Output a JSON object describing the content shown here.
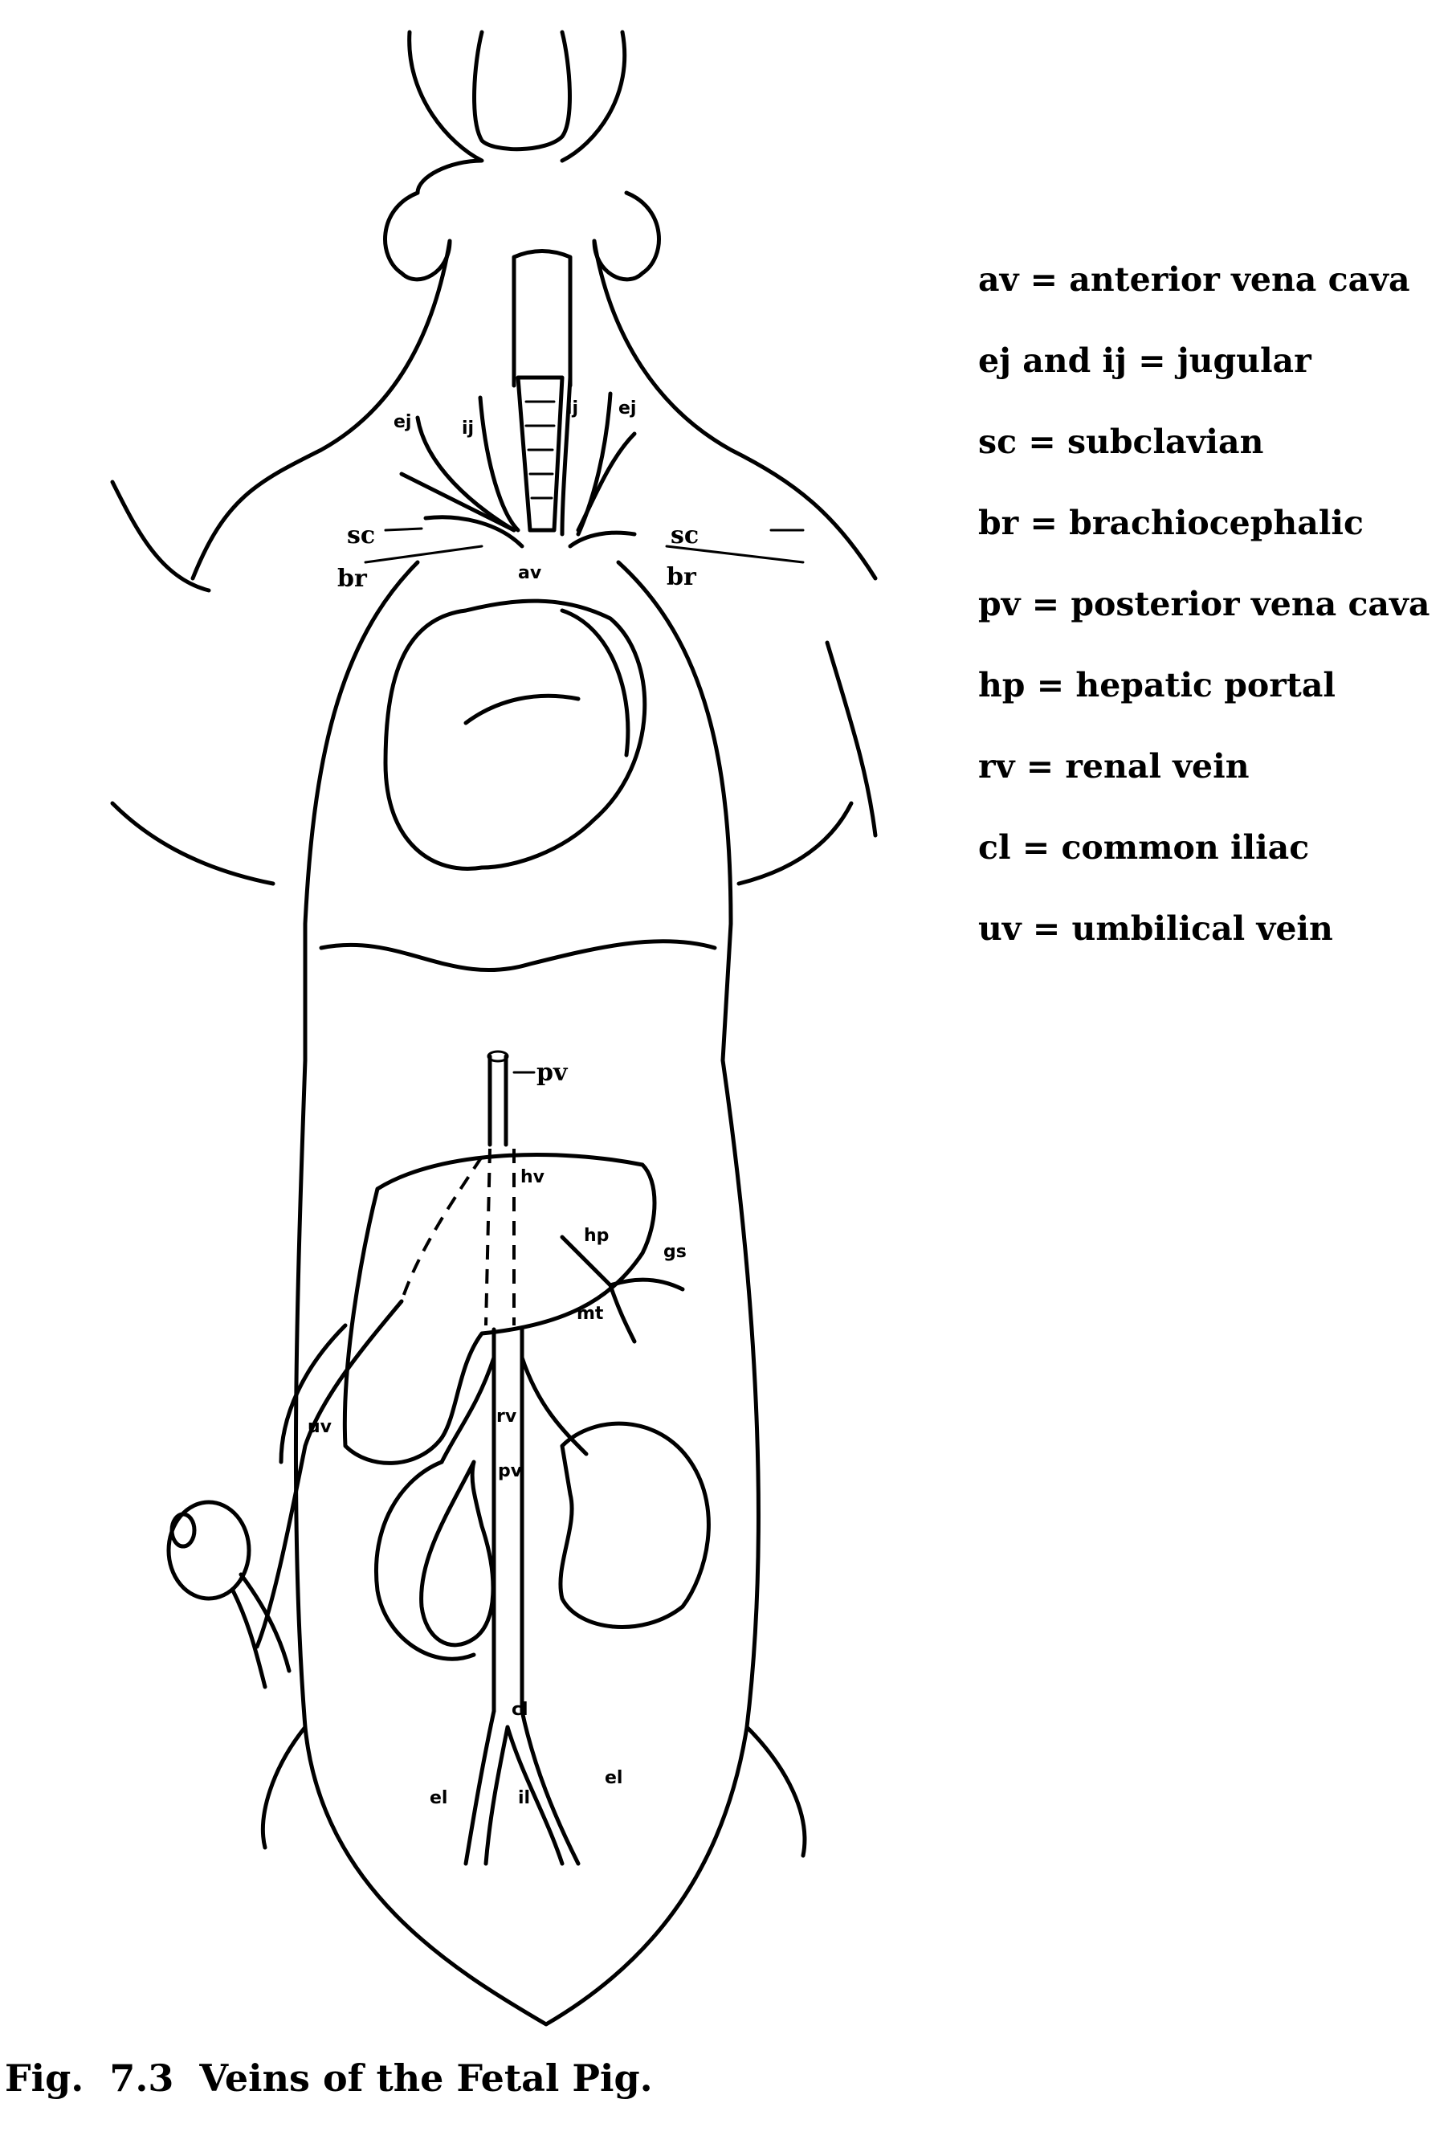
{
  "figure": {
    "caption": "Fig.  7.3  Veins of the Fetal Pig.",
    "colors": {
      "ink": "#000000",
      "background": "#ffffff"
    }
  },
  "legend": {
    "items": [
      {
        "abbr": "av",
        "text": "av = anterior vena cava"
      },
      {
        "abbr": "ej/ij",
        "text": "ej and ij = jugular"
      },
      {
        "abbr": "sc",
        "text": "sc = subclavian"
      },
      {
        "abbr": "br",
        "text": "br = brachiocephalic"
      },
      {
        "abbr": "pv",
        "text": "pv = posterior vena cava"
      },
      {
        "abbr": "hp",
        "text": "hp = hepatic portal"
      },
      {
        "abbr": "rv",
        "text": "rv = renal vein"
      },
      {
        "abbr": "cl",
        "text": "cl = common iliac"
      },
      {
        "abbr": "uv",
        "text": "uv = umbilical vein"
      }
    ]
  },
  "labels": {
    "ej_left": "ej",
    "ij_left": "ij",
    "ij_right": "ij",
    "ej_right": "ej",
    "sc_left": "sc",
    "sc_right": "sc",
    "br_left": "br",
    "br_right": "br",
    "av": "av",
    "pv_top": "pv",
    "hv": "hv",
    "hp": "hp",
    "gs": "gs",
    "mt": "mt",
    "uv": "uv",
    "rv": "rv",
    "pv_mid": "pv",
    "cl": "cl",
    "el_left": "el",
    "il": "il",
    "el_right": "el"
  }
}
